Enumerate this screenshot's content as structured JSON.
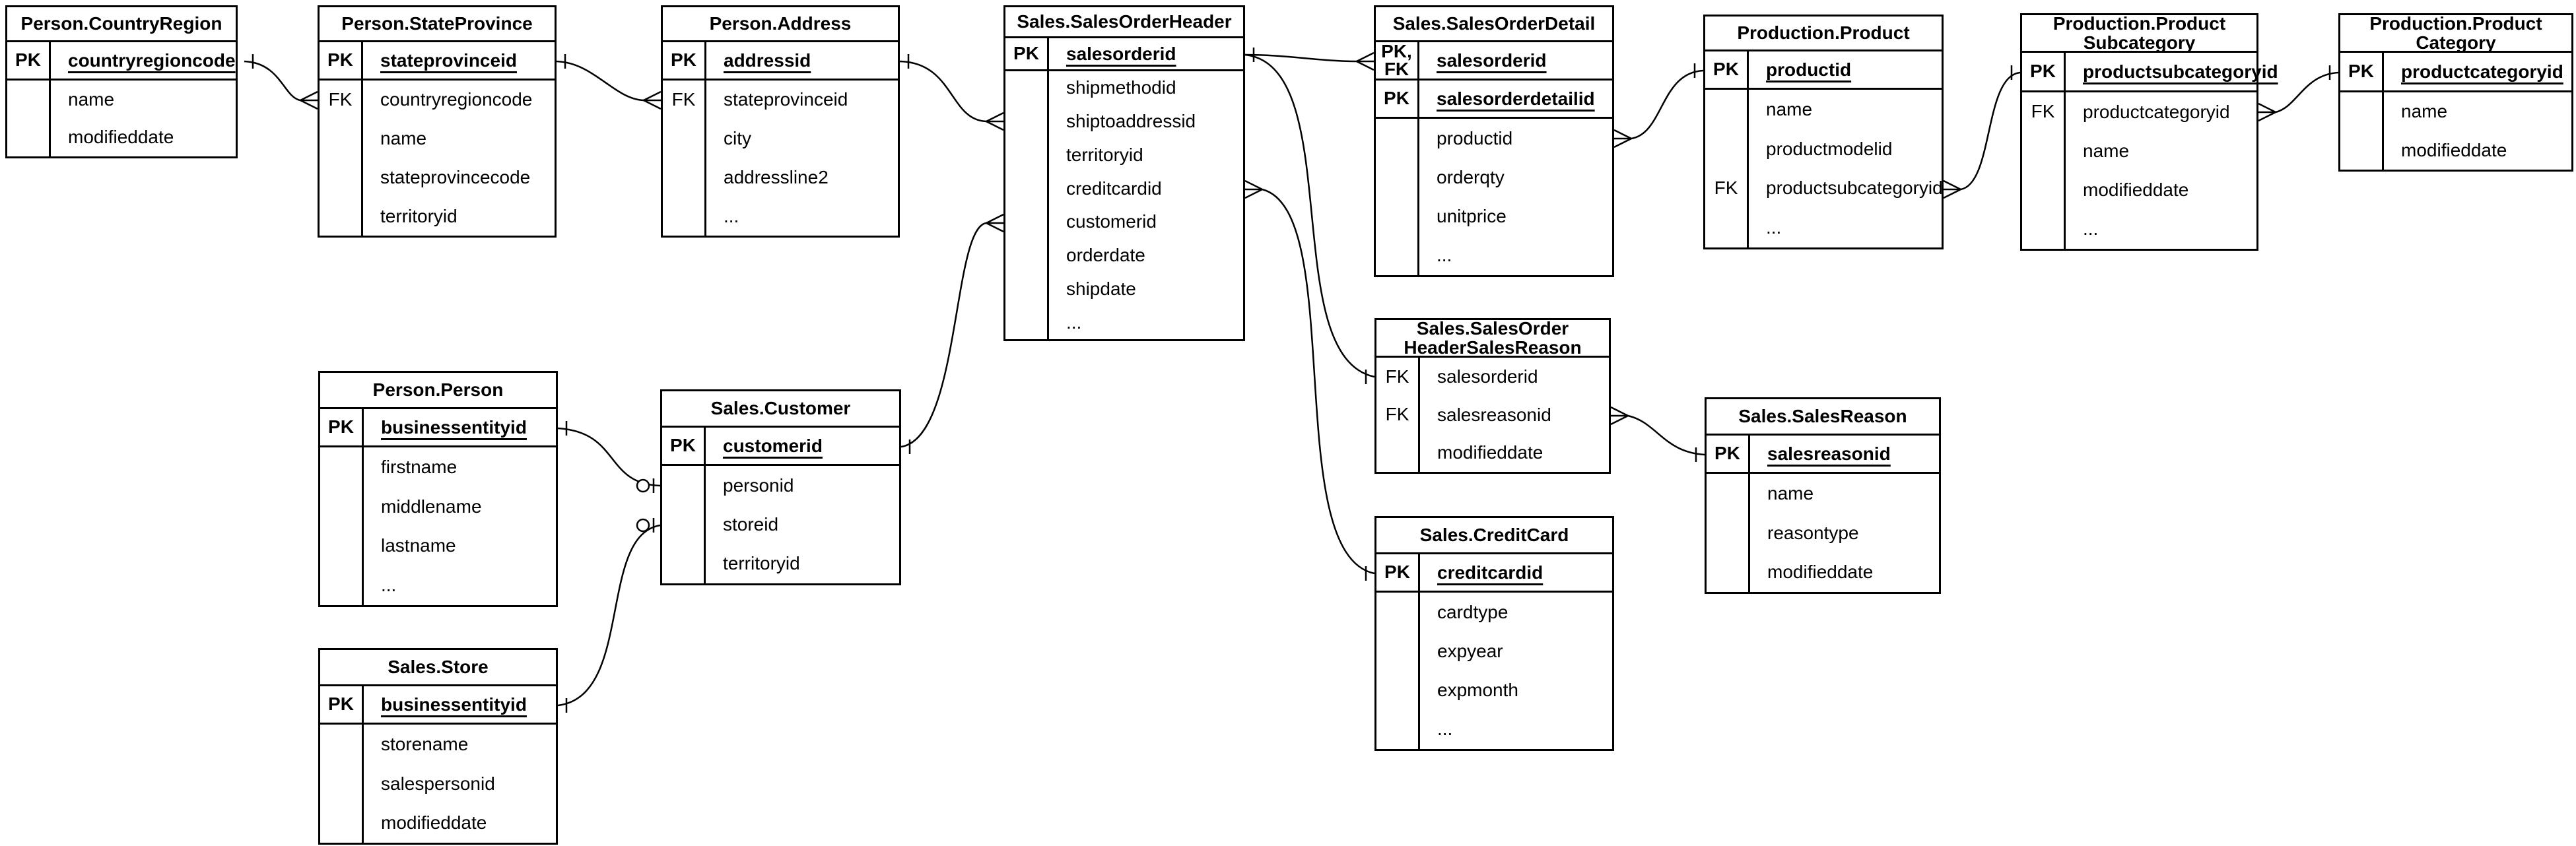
{
  "colors": {
    "background": "#ffffff",
    "line": "#000000",
    "text": "#000000"
  },
  "notation": {
    "pk_label": "PK",
    "fk_label": "FK",
    "pk_fk_label": "PK,\nFK",
    "ellipsis": "...",
    "cardinality_kinds": [
      "one",
      "many",
      "zero-or-one"
    ]
  },
  "tables": [
    {
      "id": "person_countryregion",
      "title_lines": [
        "Person.CountryRegion"
      ],
      "key_rows": [
        {
          "label": "PK",
          "field": "countryregioncode"
        }
      ],
      "body_rows": [
        {
          "label": "",
          "field": "name"
        },
        {
          "label": "",
          "field": "modifieddate"
        }
      ]
    },
    {
      "id": "person_stateprovince",
      "title_lines": [
        "Person.StateProvince"
      ],
      "key_rows": [
        {
          "label": "PK",
          "field": "stateprovinceid"
        }
      ],
      "body_rows": [
        {
          "label": "FK",
          "field": "countryregioncode"
        },
        {
          "label": "",
          "field": "name"
        },
        {
          "label": "",
          "field": "stateprovincecode"
        },
        {
          "label": "",
          "field": "territoryid"
        }
      ]
    },
    {
      "id": "person_address",
      "title_lines": [
        "Person.Address"
      ],
      "key_rows": [
        {
          "label": "PK",
          "field": "addressid"
        }
      ],
      "body_rows": [
        {
          "label": "FK",
          "field": "stateprovinceid"
        },
        {
          "label": "",
          "field": "city"
        },
        {
          "label": "",
          "field": "addressline2"
        },
        {
          "label": "",
          "field": "..."
        }
      ]
    },
    {
      "id": "sales_salesorderheader",
      "title_lines": [
        "Sales.SalesOrderHeader"
      ],
      "key_rows": [
        {
          "label": "PK",
          "field": "salesorderid"
        }
      ],
      "body_rows": [
        {
          "label": "",
          "field": "shipmethodid"
        },
        {
          "label": "",
          "field": "shiptoaddressid"
        },
        {
          "label": "",
          "field": "territoryid"
        },
        {
          "label": "",
          "field": "creditcardid"
        },
        {
          "label": "",
          "field": "customerid"
        },
        {
          "label": "",
          "field": "orderdate"
        },
        {
          "label": "",
          "field": "shipdate"
        },
        {
          "label": "",
          "field": "..."
        }
      ]
    },
    {
      "id": "sales_salesorderdetail",
      "title_lines": [
        "Sales.SalesOrderDetail"
      ],
      "key_rows": [
        {
          "label": "PK,\nFK",
          "field": "salesorderid"
        },
        {
          "label": "PK",
          "field": "salesorderdetailid"
        }
      ],
      "body_rows": [
        {
          "label": "",
          "field": "productid"
        },
        {
          "label": "",
          "field": "orderqty"
        },
        {
          "label": "",
          "field": "unitprice"
        },
        {
          "label": "",
          "field": "..."
        }
      ]
    },
    {
      "id": "production_product",
      "title_lines": [
        "Production.Product"
      ],
      "key_rows": [
        {
          "label": "PK",
          "field": "productid"
        }
      ],
      "body_rows": [
        {
          "label": "",
          "field": "name"
        },
        {
          "label": "",
          "field": "productmodelid"
        },
        {
          "label": "FK",
          "field": "productsubcategoryid"
        },
        {
          "label": "",
          "field": "..."
        }
      ]
    },
    {
      "id": "production_productsubcategory",
      "title_lines": [
        "Production.Product",
        "Subcategory"
      ],
      "key_rows": [
        {
          "label": "PK",
          "field": "productsubcategoryid"
        }
      ],
      "body_rows": [
        {
          "label": "FK",
          "field": "productcategoryid"
        },
        {
          "label": "",
          "field": "name"
        },
        {
          "label": "",
          "field": "modifieddate"
        },
        {
          "label": "",
          "field": "..."
        }
      ]
    },
    {
      "id": "production_productcategory",
      "title_lines": [
        "Production.Product",
        "Category"
      ],
      "key_rows": [
        {
          "label": "PK",
          "field": "productcategoryid"
        }
      ],
      "body_rows": [
        {
          "label": "",
          "field": "name"
        },
        {
          "label": "",
          "field": "modifieddate"
        }
      ]
    },
    {
      "id": "sales_salesorderheadersalesreason",
      "title_lines": [
        "Sales.SalesOrder",
        "HeaderSalesReason"
      ],
      "key_rows": [],
      "body_rows": [
        {
          "label": "FK",
          "field": "salesorderid"
        },
        {
          "label": "FK",
          "field": "salesreasonid"
        },
        {
          "label": "",
          "field": "modifieddate"
        }
      ]
    },
    {
      "id": "sales_salesreason",
      "title_lines": [
        "Sales.SalesReason"
      ],
      "key_rows": [
        {
          "label": "PK",
          "field": "salesreasonid"
        }
      ],
      "body_rows": [
        {
          "label": "",
          "field": "name"
        },
        {
          "label": "",
          "field": "reasontype"
        },
        {
          "label": "",
          "field": "modifieddate"
        }
      ]
    },
    {
      "id": "sales_creditcard",
      "title_lines": [
        "Sales.CreditCard"
      ],
      "key_rows": [
        {
          "label": "PK",
          "field": "creditcardid"
        }
      ],
      "body_rows": [
        {
          "label": "",
          "field": "cardtype"
        },
        {
          "label": "",
          "field": "expyear"
        },
        {
          "label": "",
          "field": "expmonth"
        },
        {
          "label": "",
          "field": "..."
        }
      ]
    },
    {
      "id": "person_person",
      "title_lines": [
        "Person.Person"
      ],
      "key_rows": [
        {
          "label": "PK",
          "field": "businessentityid"
        }
      ],
      "body_rows": [
        {
          "label": "",
          "field": "firstname"
        },
        {
          "label": "",
          "field": "middlename"
        },
        {
          "label": "",
          "field": "lastname"
        },
        {
          "label": "",
          "field": "..."
        }
      ]
    },
    {
      "id": "sales_customer",
      "title_lines": [
        "Sales.Customer"
      ],
      "key_rows": [
        {
          "label": "PK",
          "field": "customerid"
        }
      ],
      "body_rows": [
        {
          "label": "",
          "field": "personid"
        },
        {
          "label": "",
          "field": "storeid"
        },
        {
          "label": "",
          "field": "territoryid"
        }
      ]
    },
    {
      "id": "sales_store",
      "title_lines": [
        "Sales.Store"
      ],
      "key_rows": [
        {
          "label": "PK",
          "field": "businessentityid"
        }
      ],
      "body_rows": [
        {
          "label": "",
          "field": "storename"
        },
        {
          "label": "",
          "field": "salespersonid"
        },
        {
          "label": "",
          "field": "modifieddate"
        }
      ]
    }
  ],
  "relationships": [
    {
      "from": "person_countryregion.countryregioncode",
      "from_card": "one",
      "to": "person_stateprovince.countryregioncode",
      "to_card": "many"
    },
    {
      "from": "person_stateprovince.stateprovinceid",
      "from_card": "one",
      "to": "person_address.stateprovinceid",
      "to_card": "many"
    },
    {
      "from": "person_address.addressid",
      "from_card": "one",
      "to": "sales_salesorderheader.shiptoaddressid",
      "to_card": "many"
    },
    {
      "from": "sales_customer.customerid",
      "from_card": "one",
      "to": "sales_salesorderheader.customerid",
      "to_card": "many"
    },
    {
      "from": "sales_salesorderheader.salesorderid",
      "from_card": "one",
      "to": "sales_salesorderdetail.salesorderid",
      "to_card": "many"
    },
    {
      "from": "sales_salesorderheader.salesorderid",
      "from_card": "one",
      "to": "sales_salesorderheadersalesreason.salesorderid",
      "to_card": "one"
    },
    {
      "from": "sales_creditcard.creditcardid",
      "from_card": "one",
      "to": "sales_salesorderheader.creditcardid",
      "to_card": "many"
    },
    {
      "from": "production_product.productid",
      "from_card": "one",
      "to": "sales_salesorderdetail.productid",
      "to_card": "many"
    },
    {
      "from": "production_productsubcategory.productsubcategoryid",
      "from_card": "one",
      "to": "production_product.productsubcategoryid",
      "to_card": "many"
    },
    {
      "from": "production_productcategory.productcategoryid",
      "from_card": "one",
      "to": "production_productsubcategory.productcategoryid",
      "to_card": "many"
    },
    {
      "from": "sales_salesreason.salesreasonid",
      "from_card": "one",
      "to": "sales_salesorderheadersalesreason.salesreasonid",
      "to_card": "many"
    },
    {
      "from": "person_person.businessentityid",
      "from_card": "one",
      "to": "sales_customer.personid",
      "to_card": "zero-or-one"
    },
    {
      "from": "sales_store.businessentityid",
      "from_card": "one",
      "to": "sales_customer.storeid",
      "to_card": "zero-or-one"
    }
  ]
}
